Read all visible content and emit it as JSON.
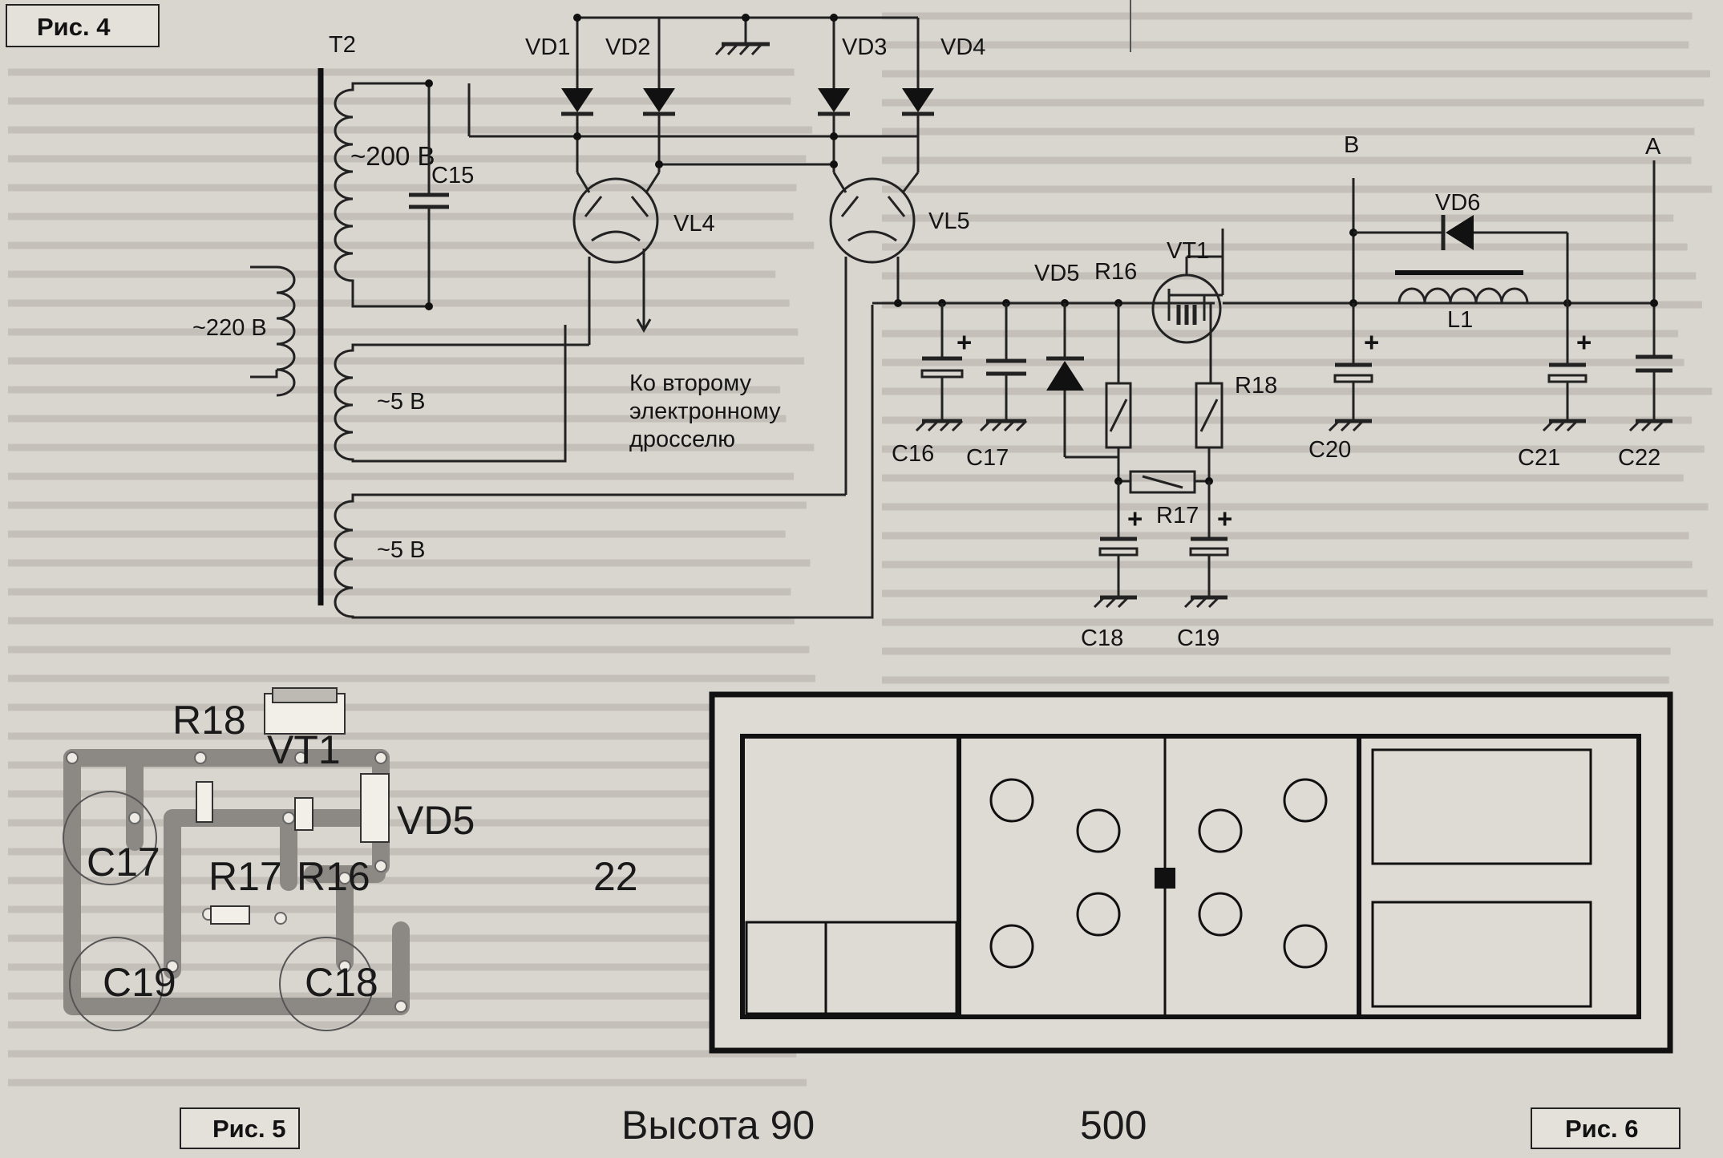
{
  "figures": {
    "fig4": {
      "caption": "Рис. 4",
      "transformer": "T2",
      "winding_200": "~200 В",
      "winding_220": "~220 В",
      "winding_5a": "~5 В",
      "winding_5b": "~5 В",
      "diodes": [
        "VD1",
        "VD2",
        "VD3",
        "VD4"
      ],
      "tubes": [
        "VL4",
        "VL5"
      ],
      "cap_c15": "C15",
      "note_line1": "Ко второму",
      "note_line2": "электронному",
      "note_line3": "дросселю",
      "vd5": "VD5",
      "r16": "R16",
      "vt1": "VT1",
      "r18": "R18",
      "r17": "R17",
      "c16": "C16",
      "c17": "C17",
      "c18": "C18",
      "c19": "C19",
      "point_b": "B",
      "point_a": "A",
      "vd6": "VD6",
      "l1": "L1",
      "c20": "C20",
      "c21": "C21",
      "c22": "C22"
    },
    "fig5": {
      "caption": "Рис. 5",
      "r18": "R18",
      "vt1": "VT1",
      "vd5": "VD5",
      "c17": "C17",
      "r17": "R17",
      "r16": "R16",
      "c19": "C19",
      "c18": "C18",
      "dim": "22"
    },
    "fig6": {
      "caption": "Рис. 6",
      "height_label": "Высота 90",
      "width_label": "500"
    }
  },
  "colors": {
    "paper": "#d9d6d0",
    "ink": "#222222",
    "pcb_trace": "#8c8984"
  }
}
